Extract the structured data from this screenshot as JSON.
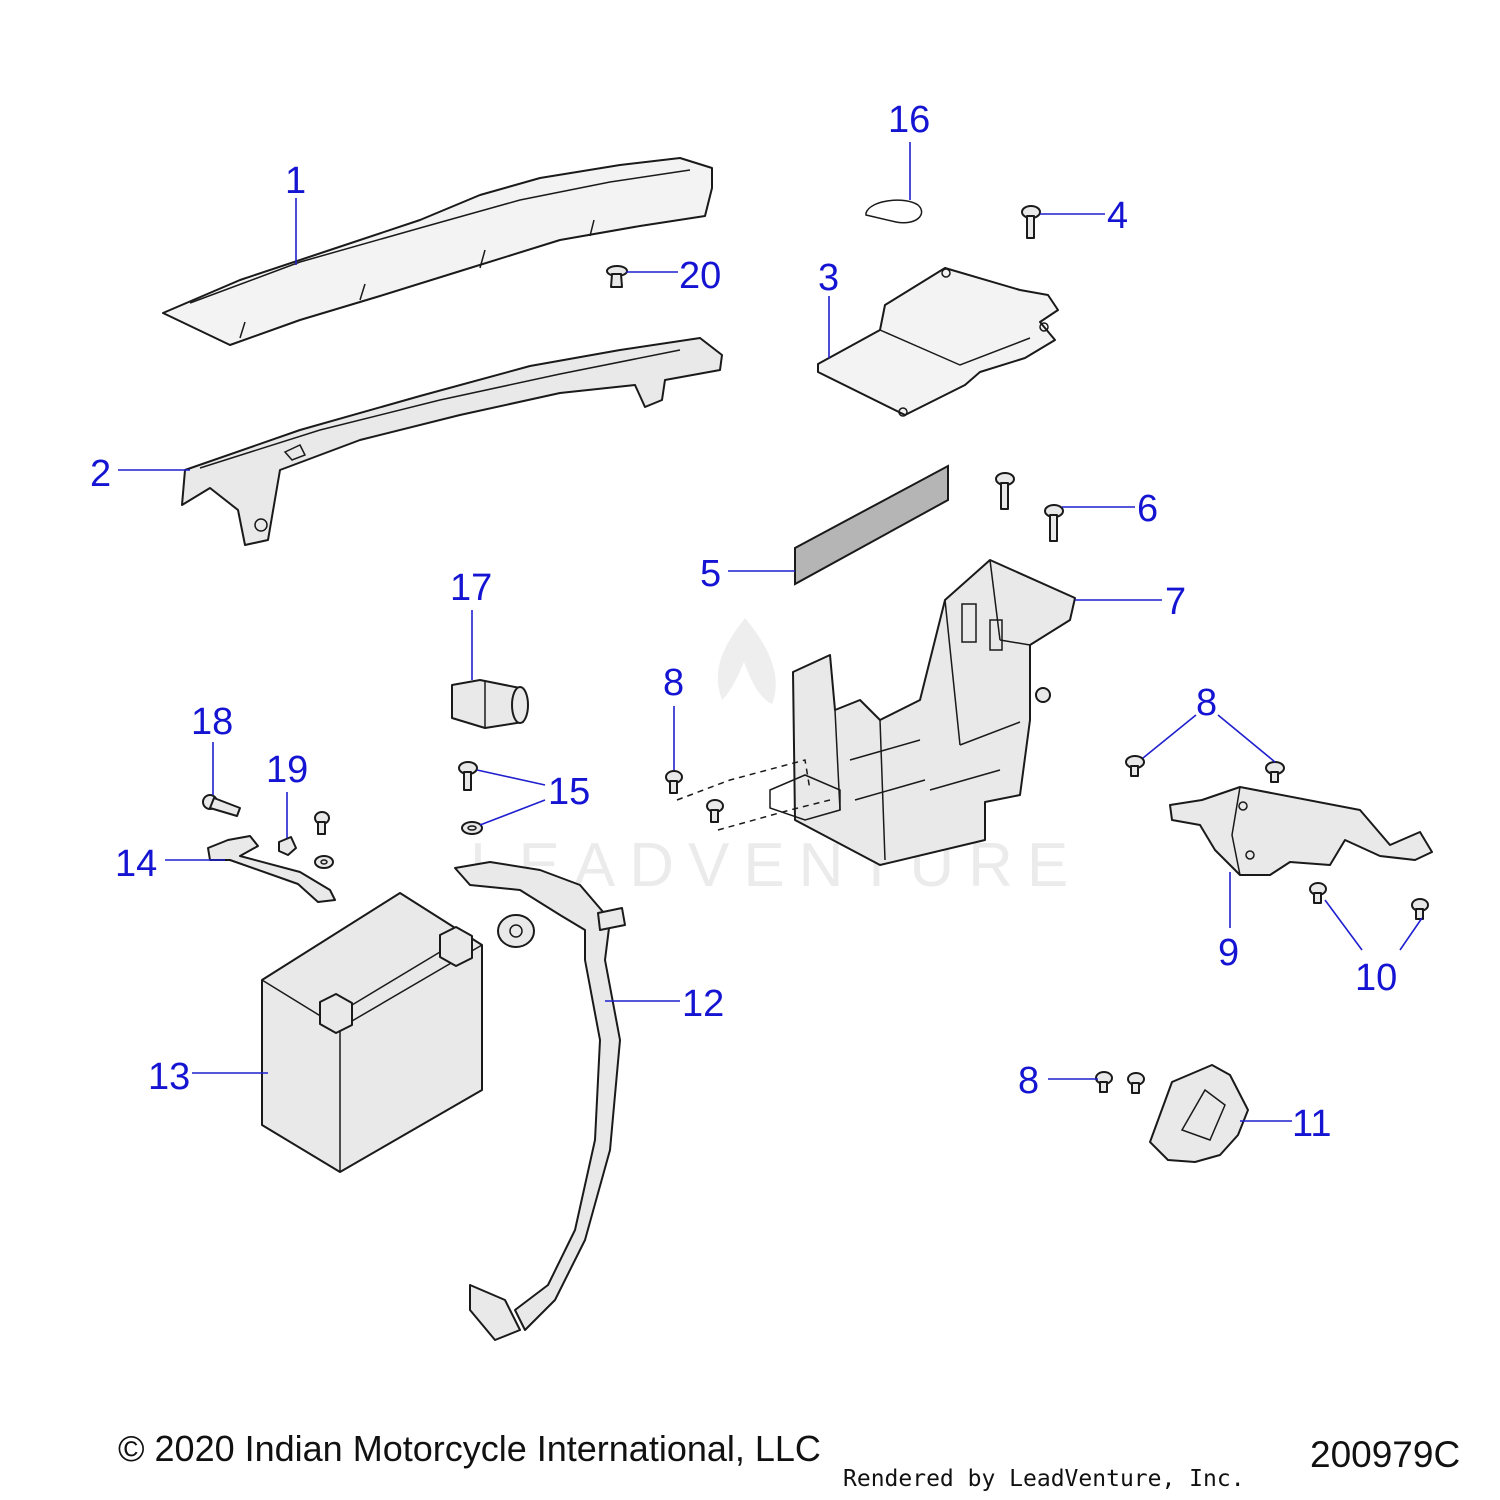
{
  "callouts": [
    {
      "id": "1",
      "label": "1"
    },
    {
      "id": "2",
      "label": "2"
    },
    {
      "id": "3",
      "label": "3"
    },
    {
      "id": "4",
      "label": "4"
    },
    {
      "id": "5",
      "label": "5"
    },
    {
      "id": "6",
      "label": "6"
    },
    {
      "id": "7",
      "label": "7"
    },
    {
      "id": "8a",
      "label": "8"
    },
    {
      "id": "8b",
      "label": "8"
    },
    {
      "id": "8c",
      "label": "8"
    },
    {
      "id": "9",
      "label": "9"
    },
    {
      "id": "10",
      "label": "10"
    },
    {
      "id": "11",
      "label": "11"
    },
    {
      "id": "12",
      "label": "12"
    },
    {
      "id": "13",
      "label": "13"
    },
    {
      "id": "14",
      "label": "14"
    },
    {
      "id": "15",
      "label": "15"
    },
    {
      "id": "16",
      "label": "16"
    },
    {
      "id": "17",
      "label": "17"
    },
    {
      "id": "18",
      "label": "18"
    },
    {
      "id": "19",
      "label": "19"
    },
    {
      "id": "20",
      "label": "20"
    }
  ],
  "watermark": "LEADVENTURE",
  "footer": {
    "copyright": "© 2020 Indian Motorcycle International, LLC",
    "rendered_by": "Rendered by LeadVenture, Inc.",
    "diagram_number": "200979C"
  },
  "colors": {
    "callout": "#1414d2",
    "part_fill": "#e9e9e9"
  }
}
